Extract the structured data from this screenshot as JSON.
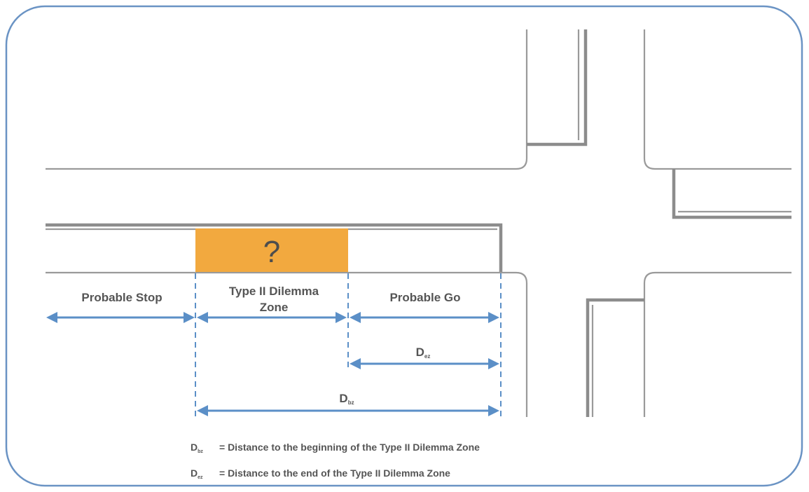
{
  "labels": {
    "probable_stop": "Probable Stop",
    "dilemma_zone_line1": "Type II Dilemma",
    "dilemma_zone_line2": "Zone",
    "probable_go": "Probable Go",
    "unknown_mark": "?"
  },
  "distances": {
    "d_ez": {
      "symbol": "D",
      "subscript": "ez"
    },
    "d_bz": {
      "symbol": "D",
      "subscript": "bz"
    }
  },
  "legend": [
    {
      "symbol": "D",
      "subscript": "bz",
      "text": "= Distance to the beginning of the Type II Dilemma Zone"
    },
    {
      "symbol": "D",
      "subscript": "ez",
      "text": "= Distance to the end of the Type II Dilemma Zone"
    }
  ],
  "colors": {
    "frame": "#6a93c4",
    "dilemma_zone_fill": "#f2a93f",
    "arrow": "#5b8fc7",
    "road_edge": "#9a9a9a",
    "text": "#555555"
  }
}
